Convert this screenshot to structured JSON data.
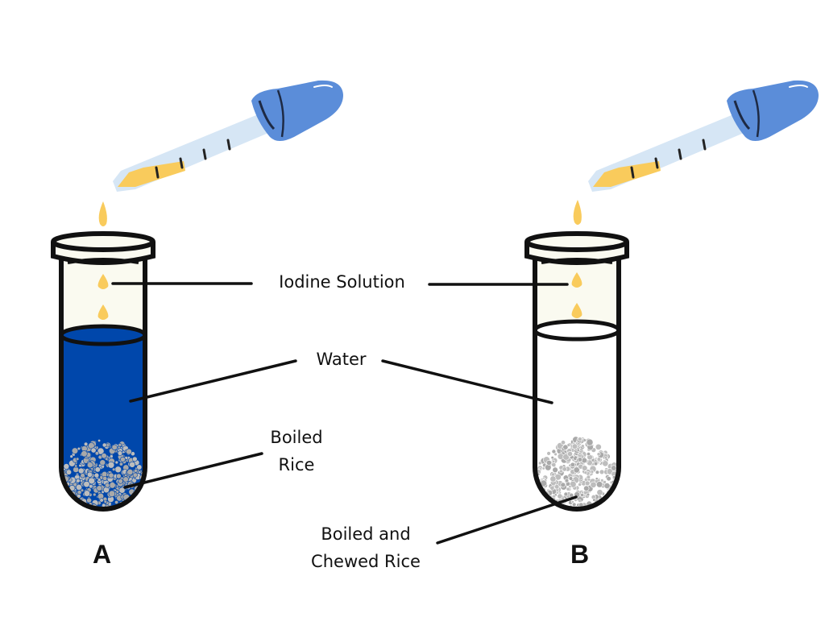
{
  "diagram": {
    "title": "Iodine starch test: boiled rice vs boiled and chewed rice",
    "labels": {
      "iodine": "Iodine Solution",
      "water": "Water",
      "boiled_rice_line1": "Boiled",
      "boiled_rice_line2": "Rice",
      "chewed_rice_line1": "Boiled and",
      "chewed_rice_line2": "Chewed Rice"
    },
    "tubes": [
      {
        "id": "A",
        "label": "A",
        "liquid": "Water",
        "contents": "Boiled Rice",
        "liquid_color": "#0047AB",
        "result": "blue-black"
      },
      {
        "id": "B",
        "label": "B",
        "liquid": "Water",
        "contents": "Boiled and Chewed Rice",
        "liquid_color": "#ffffff",
        "result": "no color change"
      }
    ],
    "colors": {
      "dropper_bulb": "#5B8DD9",
      "dropper_glass": "#D6E6F5",
      "iodine": "#F9CB5C",
      "tube_outline": "#111111",
      "tube_glass": "#FAFAF0",
      "rice": "#A9A9A9"
    }
  }
}
